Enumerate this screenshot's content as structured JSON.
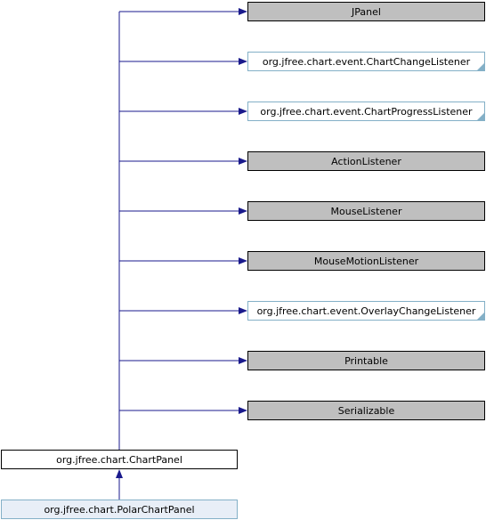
{
  "parents": [
    {
      "label": "JPanel",
      "kind": "external"
    },
    {
      "label": "org.jfree.chart.event.ChartChangeListener",
      "kind": "documented"
    },
    {
      "label": "org.jfree.chart.event.ChartProgressListener",
      "kind": "documented"
    },
    {
      "label": "ActionListener",
      "kind": "external"
    },
    {
      "label": "MouseListener",
      "kind": "external"
    },
    {
      "label": "MouseMotionListener",
      "kind": "external"
    },
    {
      "label": "org.jfree.chart.event.OverlayChangeListener",
      "kind": "documented"
    },
    {
      "label": "Printable",
      "kind": "external"
    },
    {
      "label": "Serializable",
      "kind": "external"
    }
  ],
  "focus": {
    "label": "org.jfree.chart.ChartPanel"
  },
  "child": {
    "label": "org.jfree.chart.PolarChartPanel"
  },
  "colors": {
    "external_fill": "#bfbfbf",
    "documented_fill": "#ffffff",
    "documented_border": "#84b0c7",
    "focus_fill": "#ffffff",
    "child_fill": "#e8eef7",
    "child_border": "#84b0c7",
    "edge": "#1a1a8c"
  }
}
